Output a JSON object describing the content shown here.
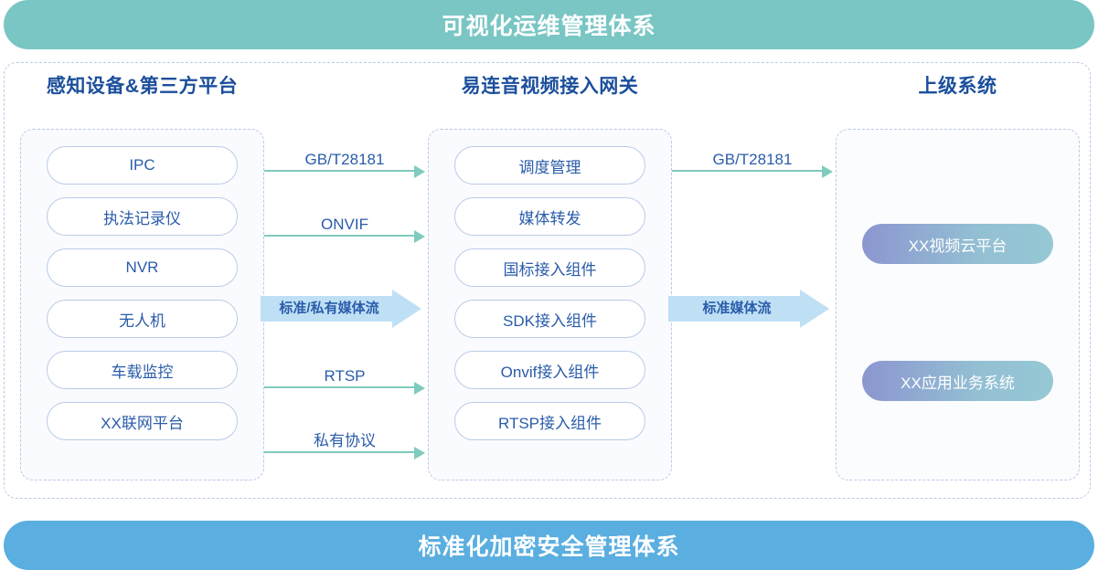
{
  "banners": {
    "top": "可视化运维管理体系",
    "bottom": "标准化加密安全管理体系",
    "top_color": "#79c6c4",
    "bottom_color": "#5aaee0"
  },
  "columns": [
    {
      "title": "感知设备&第三方平台",
      "items": [
        "IPC",
        "执法记录仪",
        "NVR",
        "无人机",
        "车载监控",
        "XX联网平台"
      ]
    },
    {
      "title": "易连音视频接入网关",
      "items": [
        "调度管理",
        "媒体转发",
        "国标接入组件",
        "SDK接入组件",
        "Onvif接入组件",
        "RTSP接入组件"
      ]
    },
    {
      "title": "上级系统",
      "items": [
        "XX视频云平台",
        "XX应用业务系统"
      ]
    }
  ],
  "connectors": {
    "left_group": [
      {
        "label": "GB/T28181",
        "style": "thin"
      },
      {
        "label": "ONVIF",
        "style": "thin"
      },
      {
        "label": "标准/私有媒体流",
        "style": "block"
      },
      {
        "label": "RTSP",
        "style": "thin"
      },
      {
        "label": "私有协议",
        "style": "thin"
      }
    ],
    "right_group": [
      {
        "label": "GB/T28181",
        "style": "thin"
      },
      {
        "label": "标准媒体流",
        "style": "block"
      }
    ]
  },
  "colors": {
    "thin_arrow": "#7fcbbd",
    "block_arrow": "#bfe0f4",
    "pill_border": "#b9cbe8",
    "pill_text": "#2a5caa",
    "title_text": "#1b4f9c",
    "dashed_border": "#b9c9e6",
    "gradient_start": "#8c96d0",
    "gradient_end": "#95c8d4"
  }
}
